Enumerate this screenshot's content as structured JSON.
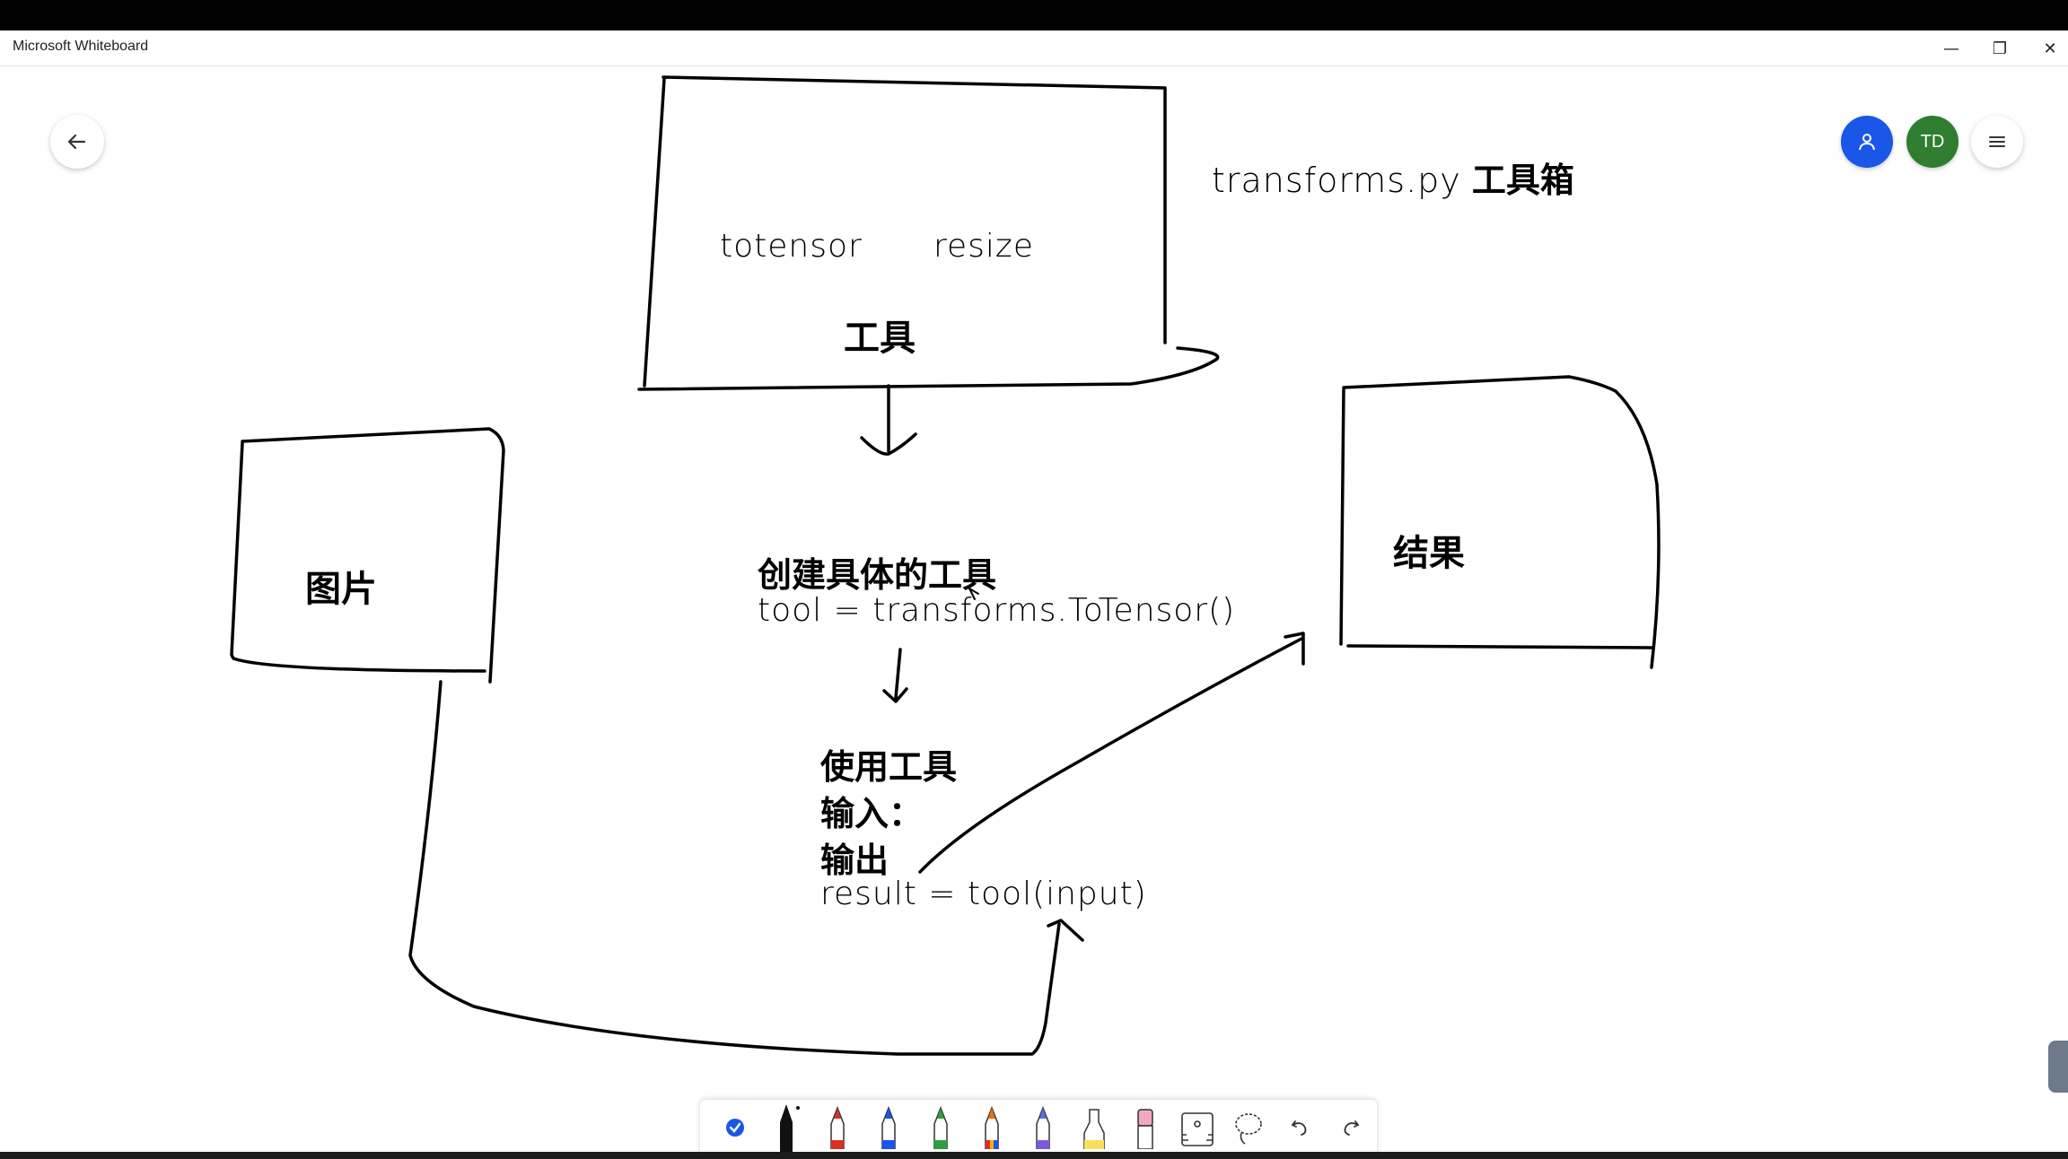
{
  "window": {
    "title": "Microsoft Whiteboard",
    "controls": {
      "minimize": "—",
      "restore": "❐",
      "close": "✕"
    }
  },
  "header": {
    "back_icon": "arrow-left-icon",
    "avatar_initials": "TD",
    "share_icon": "person-icon",
    "menu_icon": "hamburger-icon"
  },
  "board": {
    "title_code": "transforms.py",
    "title_cn": "工具箱",
    "tools_box": {
      "item1": "totensor",
      "item2": "resize",
      "label": "工具"
    },
    "image_box_label": "图片",
    "result_box_label": "结果",
    "create_label": "创建具体的工具",
    "create_code": "tool = transforms.ToTensor()",
    "use_label": "使用工具",
    "input_label": "输入：",
    "output_label": "输出",
    "result_code": "result = tool(input)"
  },
  "toolbar": {
    "tools": [
      "select-check",
      "pen-black",
      "pen-red",
      "pen-blue",
      "pen-green",
      "pen-rainbow",
      "pen-galaxy",
      "highlighter-yellow",
      "eraser",
      "ruler",
      "lasso",
      "undo",
      "redo"
    ]
  },
  "colors": {
    "accent_blue": "#1a56e8",
    "avatar_green": "#2f7d2f",
    "ink": "#000000"
  }
}
